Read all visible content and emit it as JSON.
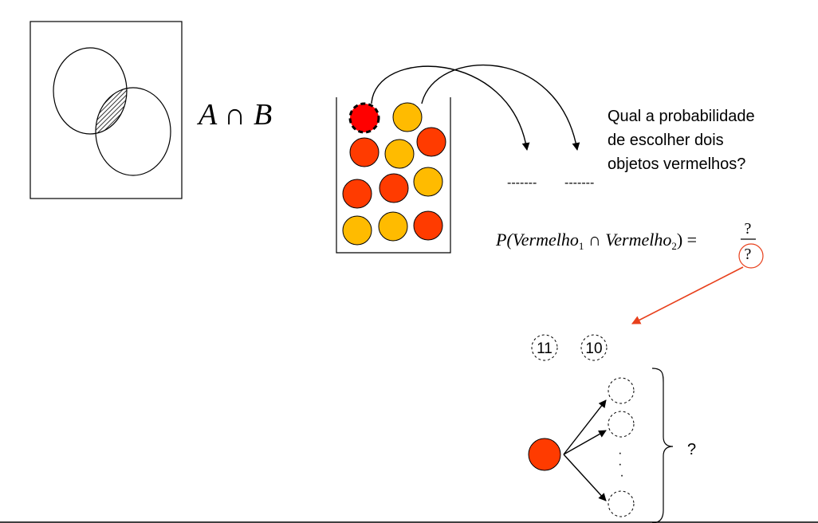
{
  "venn": {
    "expression": "A ∩ B"
  },
  "question": {
    "lines": [
      "Qual a probabilidade",
      "de escolher dois",
      "objetos vermelhos?"
    ]
  },
  "slots": [
    "-------",
    "-------"
  ],
  "formula": {
    "prefix": "P(Vermelho",
    "sub1": "1",
    "middle": " ∩ Vermelho",
    "sub2": "2",
    "suffix": ") =",
    "numerator": "?",
    "denominator": "?"
  },
  "counts": [
    "11",
    "10"
  ],
  "tree": {
    "dots": "·\n·\n·",
    "brace_label": "?"
  },
  "colors": {
    "red": "#ff3b00",
    "selected_red": "#ff0000",
    "yellow": "#ffbb00",
    "arrow_red": "#e8401c",
    "ink": "#000000"
  }
}
